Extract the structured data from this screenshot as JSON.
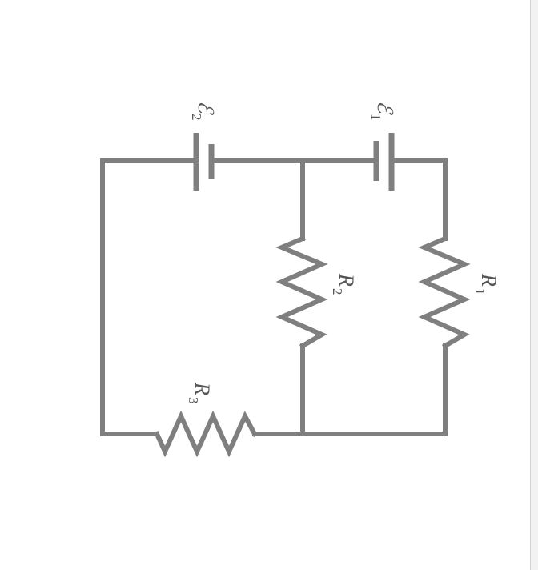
{
  "diagram": {
    "colors": {
      "wire": "#7f7f7f",
      "text": "#555555",
      "background": "#ffffff"
    },
    "labels": {
      "emf1": {
        "symbol": "ℰ",
        "sub": "1"
      },
      "emf2": {
        "symbol": "ℰ",
        "sub": "2"
      },
      "r1": {
        "symbol": "R",
        "sub": "1"
      },
      "r2": {
        "symbol": "R",
        "sub": "2"
      },
      "r3": {
        "symbol": "R",
        "sub": "3"
      }
    }
  }
}
